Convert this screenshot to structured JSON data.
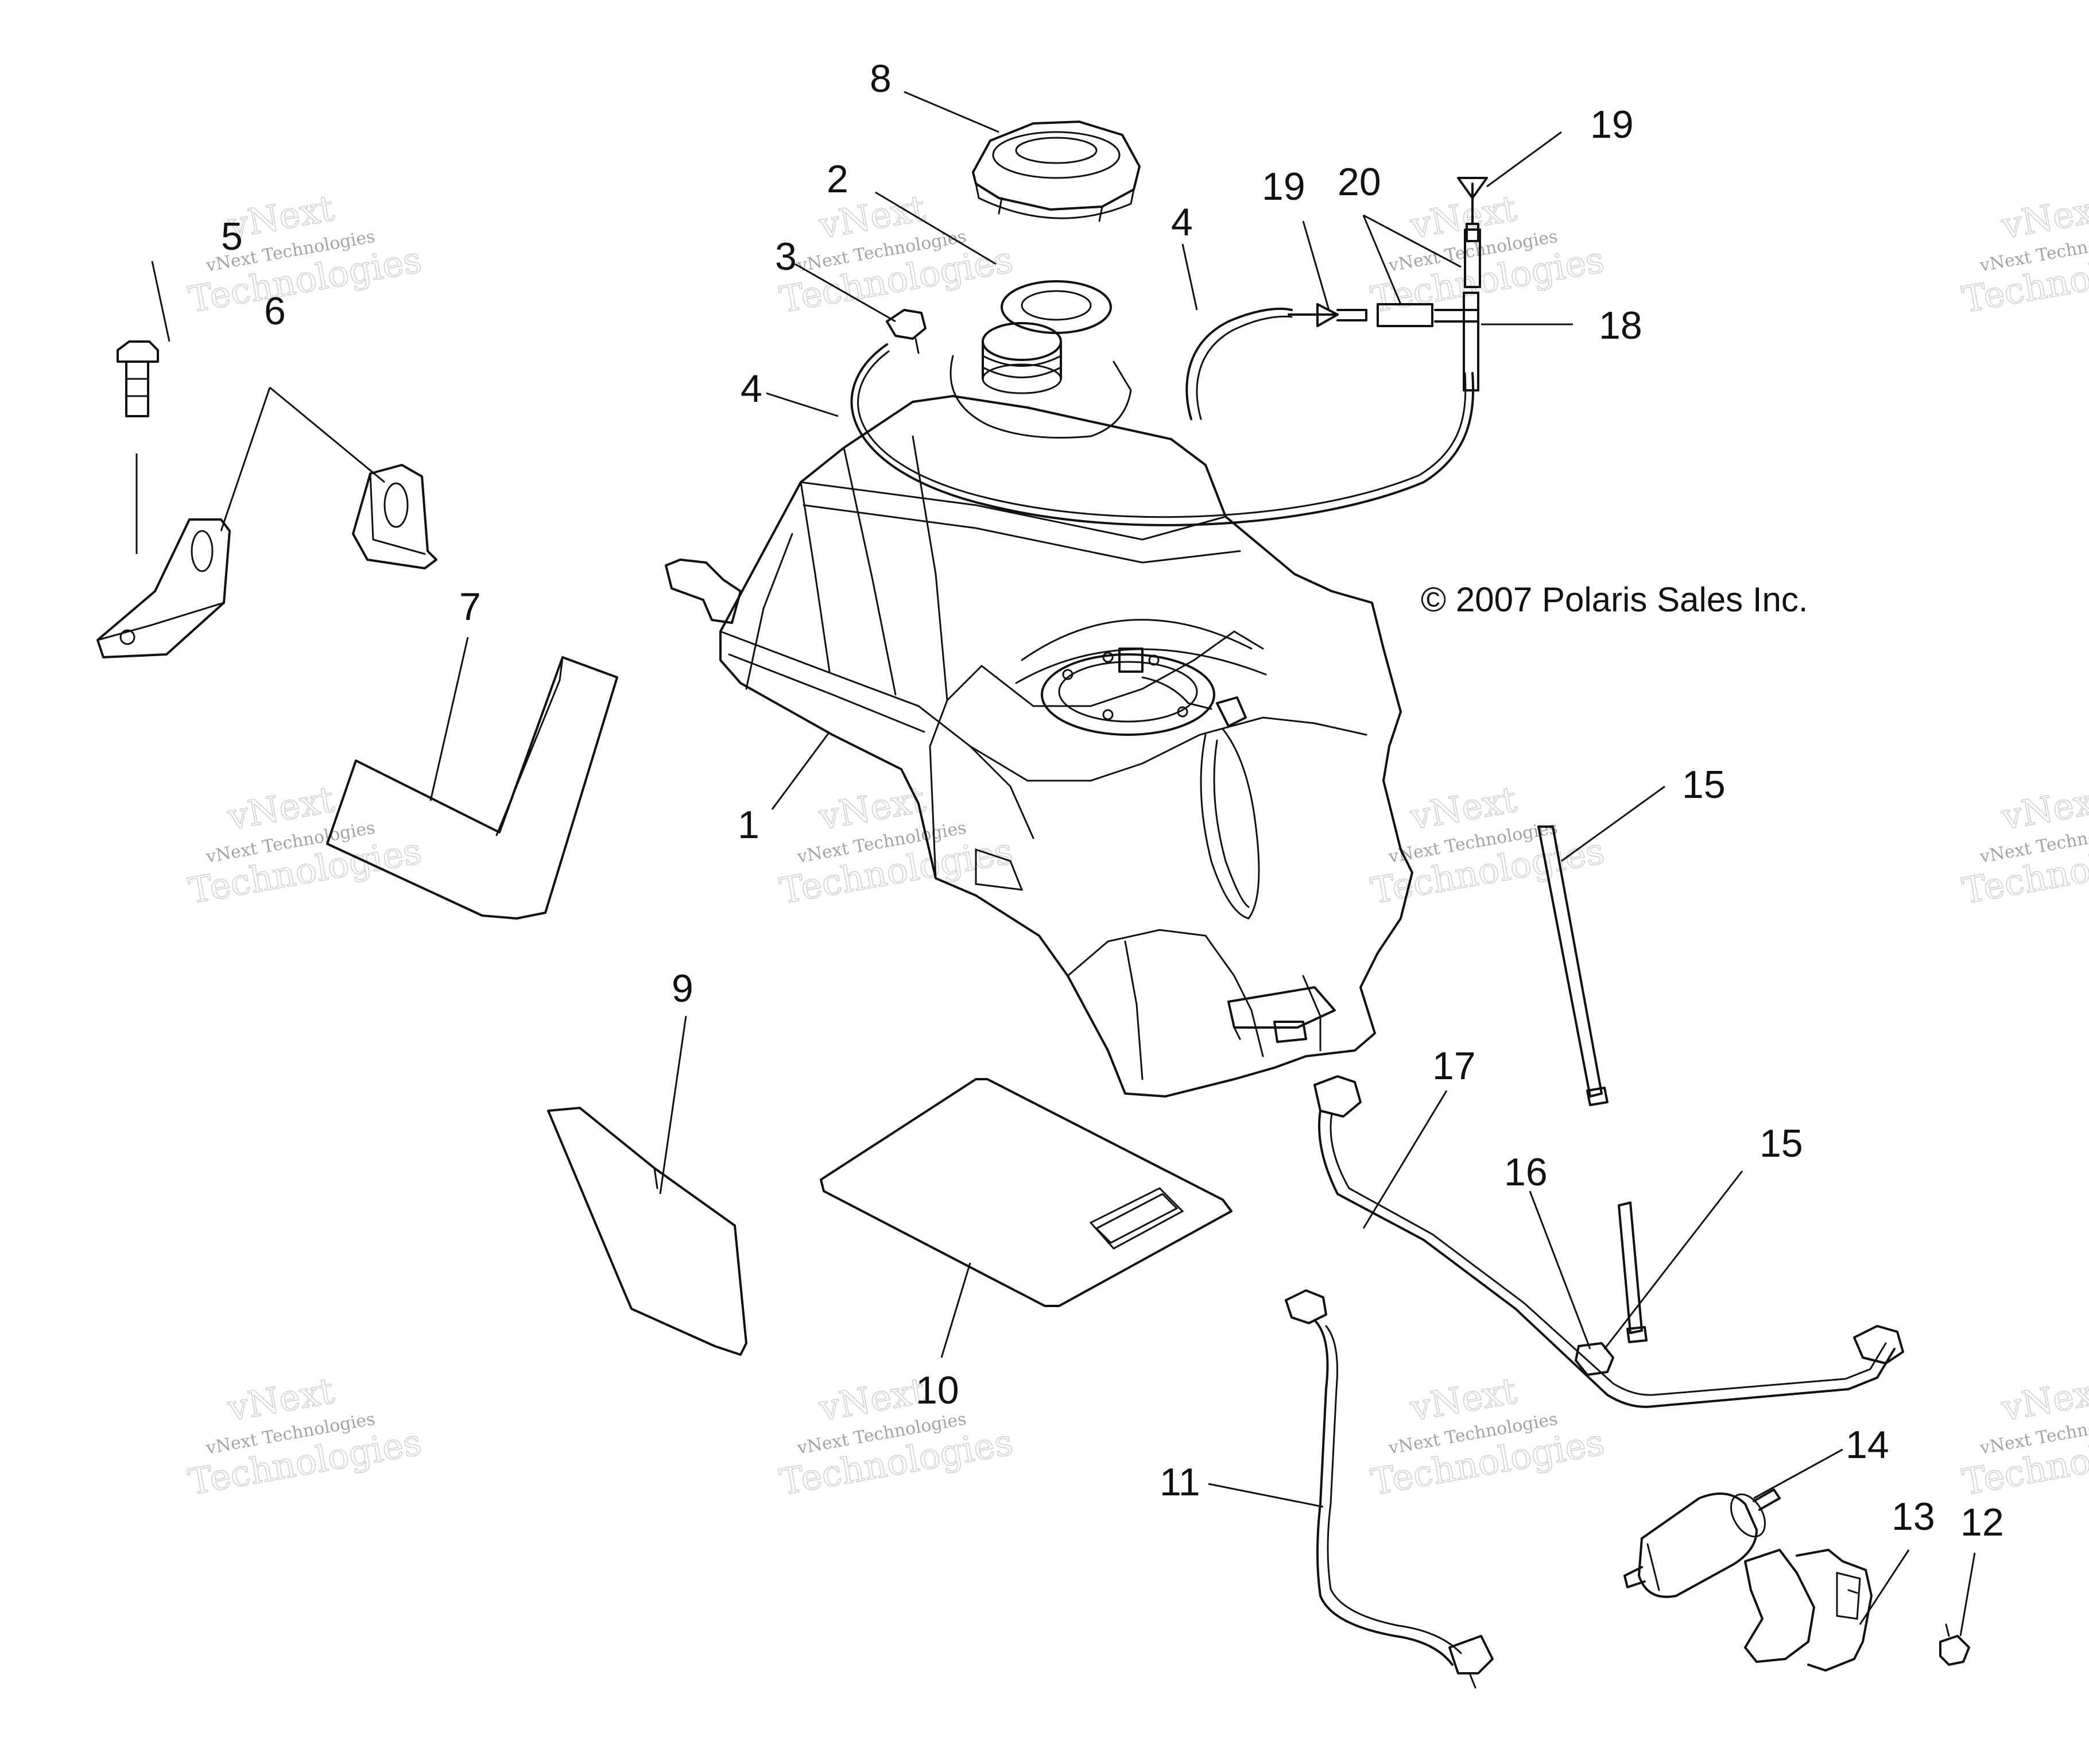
{
  "diagram": {
    "copyright": "© 2007 Polaris Sales Inc.",
    "watermark": {
      "line1": "vNext",
      "line2": "vNext Technologies",
      "line3": "Technologies"
    },
    "callouts": [
      {
        "id": "c1",
        "label": "1"
      },
      {
        "id": "c2",
        "label": "2"
      },
      {
        "id": "c3",
        "label": "3"
      },
      {
        "id": "c4a",
        "label": "4"
      },
      {
        "id": "c4b",
        "label": "4"
      },
      {
        "id": "c5",
        "label": "5"
      },
      {
        "id": "c6",
        "label": "6"
      },
      {
        "id": "c7",
        "label": "7"
      },
      {
        "id": "c8",
        "label": "8"
      },
      {
        "id": "c9",
        "label": "9"
      },
      {
        "id": "c10",
        "label": "10"
      },
      {
        "id": "c11",
        "label": "11"
      },
      {
        "id": "c12",
        "label": "12"
      },
      {
        "id": "c13",
        "label": "13"
      },
      {
        "id": "c14",
        "label": "14"
      },
      {
        "id": "c15a",
        "label": "15"
      },
      {
        "id": "c15b",
        "label": "15"
      },
      {
        "id": "c16",
        "label": "16"
      },
      {
        "id": "c17",
        "label": "17"
      },
      {
        "id": "c18",
        "label": "18"
      },
      {
        "id": "c19a",
        "label": "19"
      },
      {
        "id": "c19b",
        "label": "19"
      },
      {
        "id": "c20",
        "label": "20"
      }
    ]
  }
}
